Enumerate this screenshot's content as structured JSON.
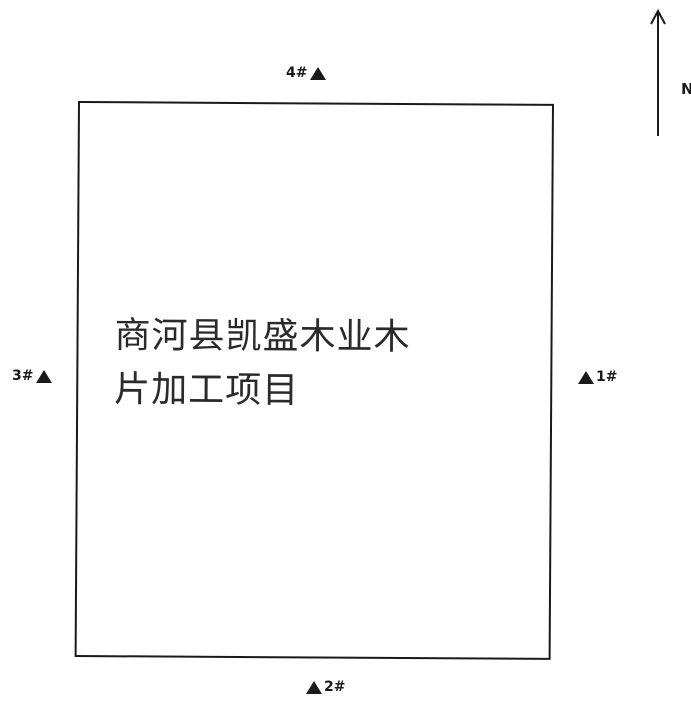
{
  "site": {
    "name_line1": "商河县凯盛木业木",
    "name_line2": "片加工项目"
  },
  "markers": {
    "m1": "1#",
    "m2": "2#",
    "m3": "3#",
    "m4": "4#"
  },
  "north": {
    "label": "N",
    "icon": "north-arrow-icon"
  }
}
